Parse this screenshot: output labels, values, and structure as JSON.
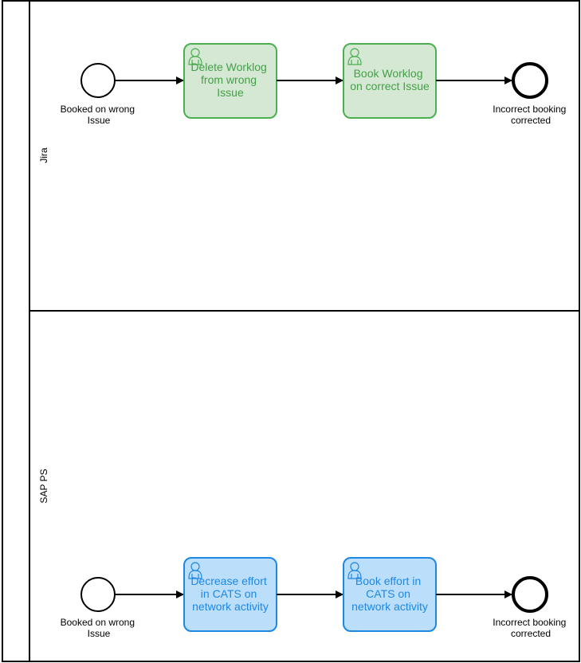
{
  "pool": {
    "lanes": [
      {
        "id": "jira",
        "label": "Jira",
        "start_event": {
          "label_lines": [
            "Booked on wrong",
            "Issue"
          ]
        },
        "tasks": [
          {
            "label_lines": [
              "Delete Worklog",
              "from wrong",
              "Issue"
            ],
            "type": "user-task"
          },
          {
            "label_lines": [
              "Book Worklog",
              "on correct Issue"
            ],
            "type": "user-task"
          }
        ],
        "end_event": {
          "label_lines": [
            "Incorrect booking",
            "corrected"
          ]
        },
        "colors": {
          "fill": "#d5e8d4",
          "stroke": "#4caf50",
          "text": "#43a047"
        }
      },
      {
        "id": "sap-ps",
        "label": "SAP PS",
        "start_event": {
          "label_lines": [
            "Booked on wrong",
            "Issue"
          ]
        },
        "tasks": [
          {
            "label_lines": [
              "Decrease effort",
              "in CATS on",
              "network activity"
            ],
            "type": "user-task"
          },
          {
            "label_lines": [
              "Book effort in",
              "CATS on",
              "network activity"
            ],
            "type": "user-task"
          }
        ],
        "end_event": {
          "label_lines": [
            "Incorrect booking",
            "corrected"
          ]
        },
        "colors": {
          "fill": "#bbdefb",
          "stroke": "#1e88e5",
          "text": "#1e88e5"
        }
      }
    ]
  }
}
